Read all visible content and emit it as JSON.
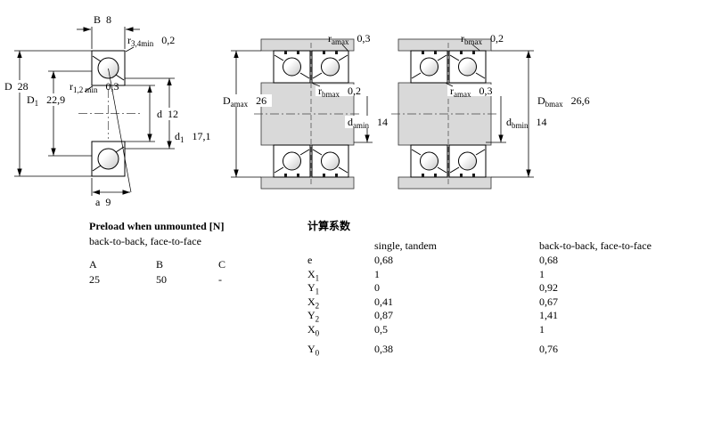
{
  "diagram": {
    "left": {
      "dims": {
        "B": {
          "sym": "B",
          "val": "8"
        },
        "r34": {
          "sym": "r",
          "sub": "3,4min",
          "val": "0,2"
        },
        "D": {
          "sym": "D",
          "val": "28"
        },
        "r12": {
          "sym": "r",
          "sub": "1,2 min",
          "val": "0,3"
        },
        "D1": {
          "sym": "D",
          "sub": "1",
          "val": "22,9"
        },
        "d": {
          "sym": "d",
          "val": "12"
        },
        "d1": {
          "sym": "d",
          "sub": "1",
          "val": "17,1"
        },
        "a": {
          "sym": "a",
          "val": "9"
        }
      }
    },
    "middle": {
      "dims": {
        "ra_top": {
          "sym": "r",
          "sub": "amax",
          "val": "0,3"
        },
        "Da": {
          "sym": "D",
          "sub": "amax",
          "val": "26"
        },
        "rb": {
          "sym": "r",
          "sub": "bmax",
          "val": "0,2"
        },
        "da": {
          "sym": "d",
          "sub": "amin",
          "val": "14"
        }
      }
    },
    "right": {
      "dims": {
        "rb_top": {
          "sym": "r",
          "sub": "bmax",
          "val": "0,2"
        },
        "ra": {
          "sym": "r",
          "sub": "amax",
          "val": "0,3"
        },
        "Db": {
          "sym": "D",
          "sub": "bmax",
          "val": "26,6"
        },
        "db": {
          "sym": "d",
          "sub": "bmin",
          "val": "14"
        }
      }
    }
  },
  "preload_table": {
    "title": "Preload when unmounted [N]",
    "subtitle": "back-to-back, face-to-face",
    "columns": [
      "A",
      "B",
      "C"
    ],
    "values": [
      "25",
      "50",
      "-"
    ]
  },
  "factors_table": {
    "title": "计算系数",
    "col1_header": "single, tandem",
    "col2_header": "back-to-back, face-to-face",
    "rows": [
      {
        "sym": "e",
        "sub": "",
        "c1": "0,68",
        "c2": "0,68"
      },
      {
        "sym": "X",
        "sub": "1",
        "c1": "1",
        "c2": "1"
      },
      {
        "sym": "Y",
        "sub": "1",
        "c1": "0",
        "c2": "0,92"
      },
      {
        "sym": "X",
        "sub": "2",
        "c1": "0,41",
        "c2": "0,67"
      },
      {
        "sym": "Y",
        "sub": "2",
        "c1": "0,87",
        "c2": "1,41"
      },
      {
        "sym": "X",
        "sub": "0",
        "c1": "0,5",
        "c2": "1"
      },
      {
        "sym": "Y",
        "sub": "0",
        "c1": "0,38",
        "c2": "0,76"
      }
    ]
  },
  "colors": {
    "line": "#000000",
    "shade": "#d9d9d9"
  }
}
